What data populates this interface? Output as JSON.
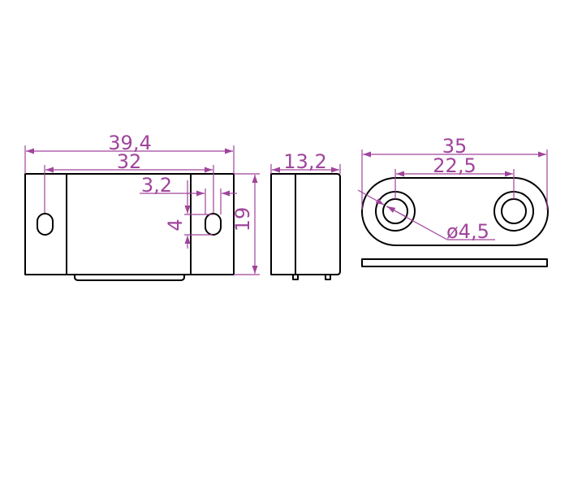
{
  "colors": {
    "outline": "#000000",
    "dimension": "#a0449b",
    "background": "#ffffff"
  },
  "dimensions": {
    "overall_length": "39,4",
    "hole_spacing": "32",
    "slot_width": "3,2",
    "slot_height": "4",
    "height": "19",
    "depth": "13,2",
    "plate_length": "35",
    "plate_hole_spacing": "22,5",
    "hole_diameter": "ø4,5"
  }
}
